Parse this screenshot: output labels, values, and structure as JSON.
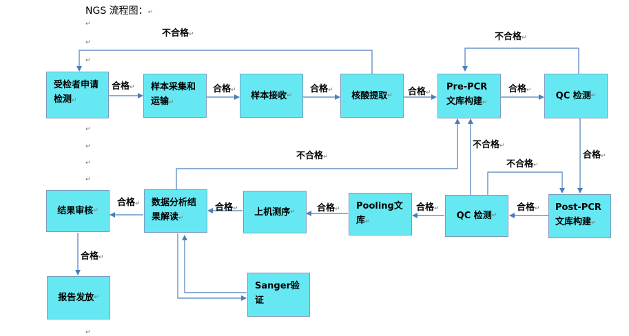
{
  "title": "NGS 流程图：",
  "para_mark": "↵",
  "boxes": {
    "b1": "受检者申请检测",
    "b2": "样本采集和运输",
    "b3": "样本接收",
    "b4": "核酸提取",
    "b5": "Pre-PCR文库构建",
    "b6": "QC 检测",
    "b7": "Post-PCR文库构建",
    "b8": "QC 检测",
    "b9": "Pooling文库",
    "b10": "上机测序",
    "b11": "数据分析结果解读",
    "b12": "结果审核",
    "b13": "报告发放",
    "b14": "Sanger验证"
  },
  "labels": {
    "pass": "合格",
    "fail": "不合格"
  }
}
